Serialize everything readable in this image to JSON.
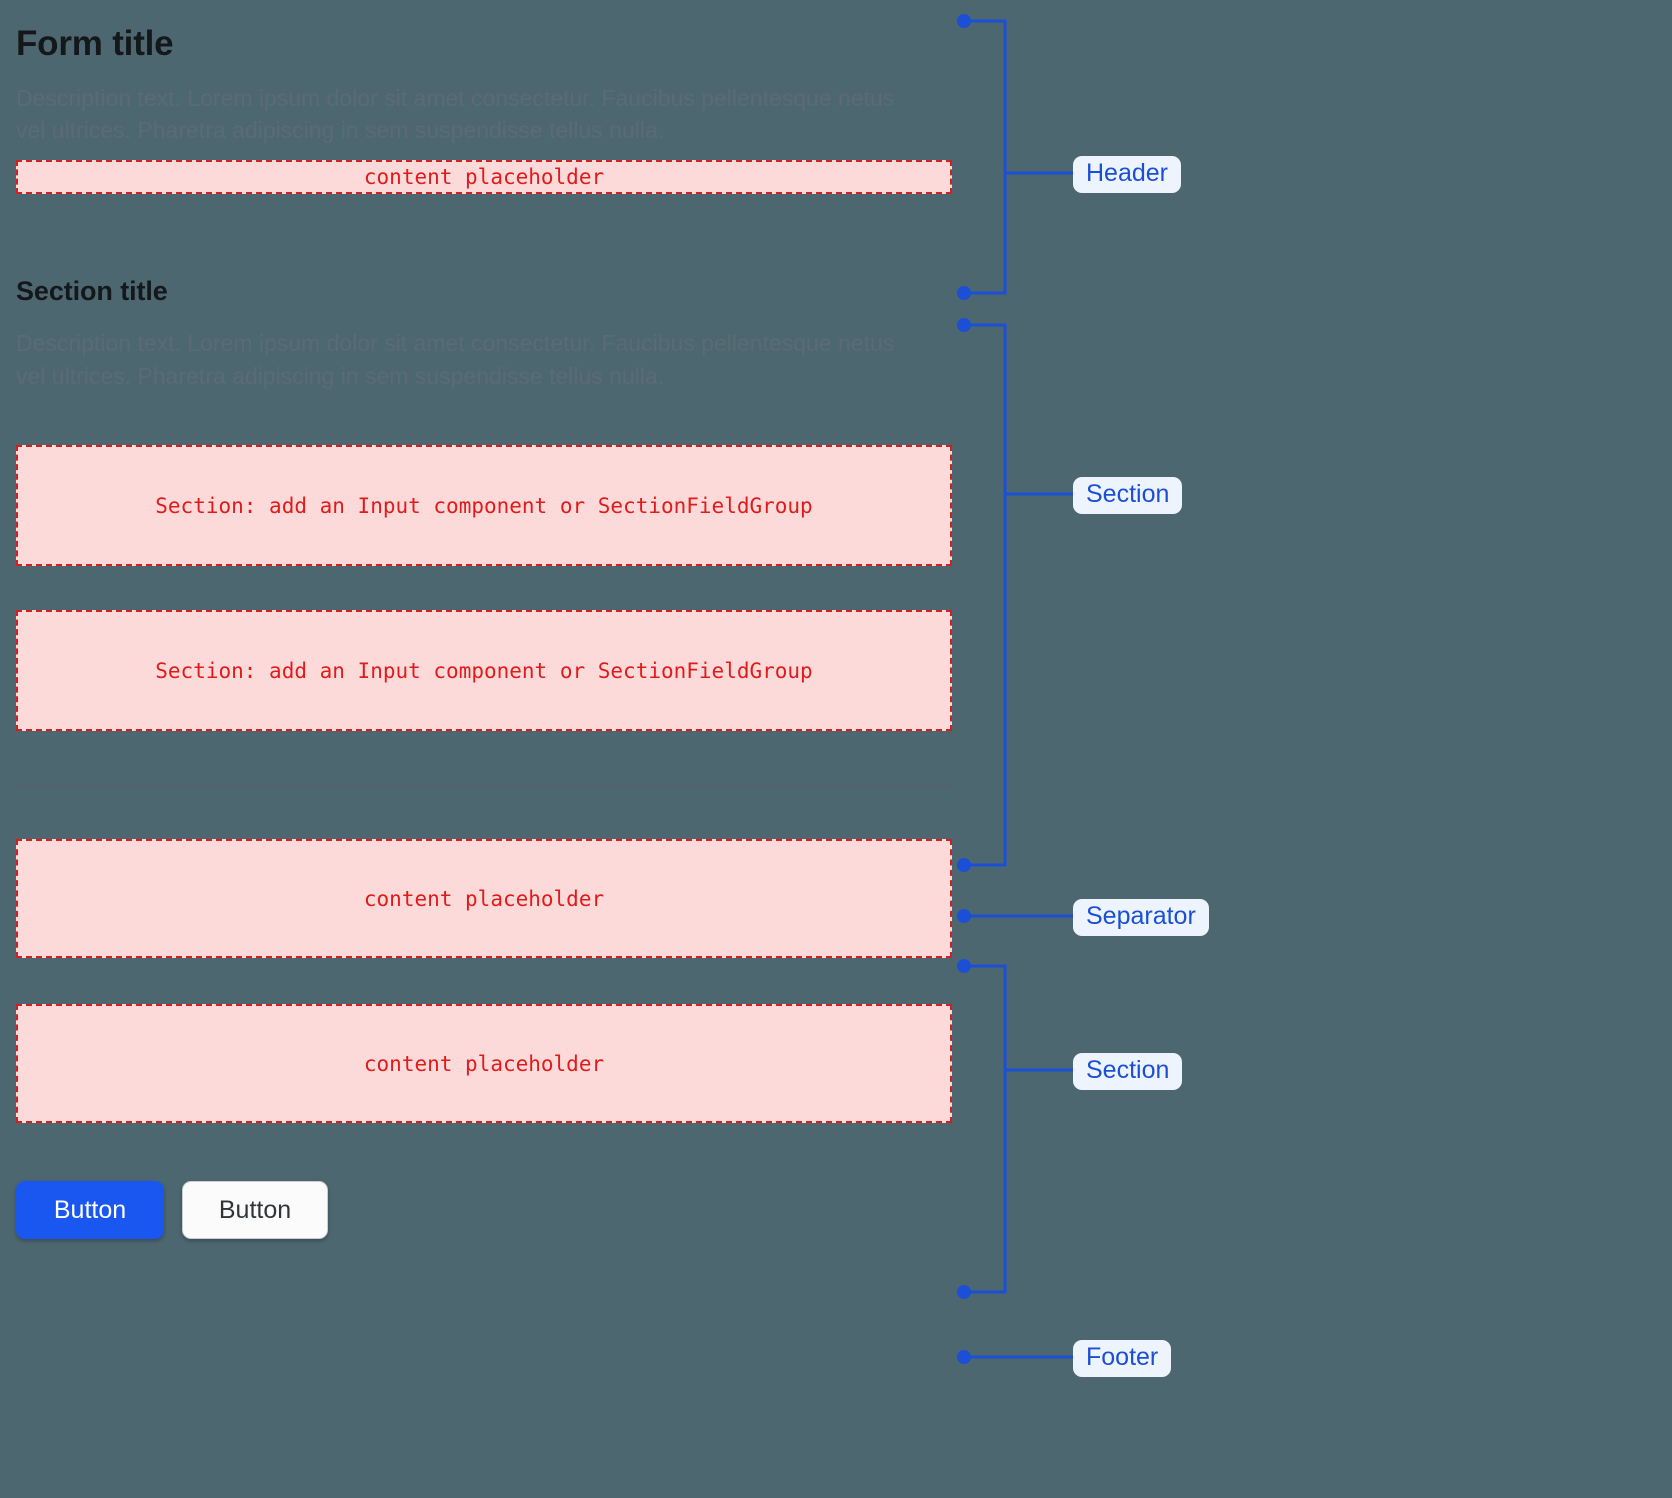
{
  "form": {
    "title": "Form title",
    "header_description": "Description text. Lorem ipsum dolor sit amet consectetur. Faucibus pellentesque netus vel ultrices. Pharetra adipiscing in sem suspendisse tellus nulla.",
    "header_placeholder": "content placeholder",
    "section_title": "Section title",
    "section_description": "Description text. Lorem ipsum dolor sit amet consectetur. Faucibus pellentesque netus vel ultrices. Pharetra adipiscing in sem suspendisse tellus nulla.",
    "section_field_placeholder_1": "Section: add an Input component or SectionFieldGroup",
    "section_field_placeholder_2": "Section: add an Input component or SectionFieldGroup",
    "lower_placeholder_1": "content placeholder",
    "lower_placeholder_2": "content placeholder"
  },
  "footer": {
    "primary_button": "Button",
    "secondary_button": "Button"
  },
  "annotations": {
    "header": "Header",
    "section_upper": "Section",
    "separator": "Separator",
    "section_lower": "Section",
    "footer": "Footer"
  },
  "colors": {
    "page_background": "#4d6771",
    "title_text": "#14181b",
    "description_text": "#5a6b73",
    "placeholder_fill": "#fcdada",
    "placeholder_border": "#d21f1f",
    "placeholder_text": "#e01b1b",
    "separator_line": "#54636b",
    "annotation_line": "#1a4fd6",
    "annotation_badge_background": "#eef4fe",
    "annotation_badge_text": "#1a4fd6",
    "primary_button_background": "#1a57f0",
    "primary_button_text": "#ffffff",
    "secondary_button_background": "#fbfbfb",
    "secondary_button_text": "#30353a"
  }
}
